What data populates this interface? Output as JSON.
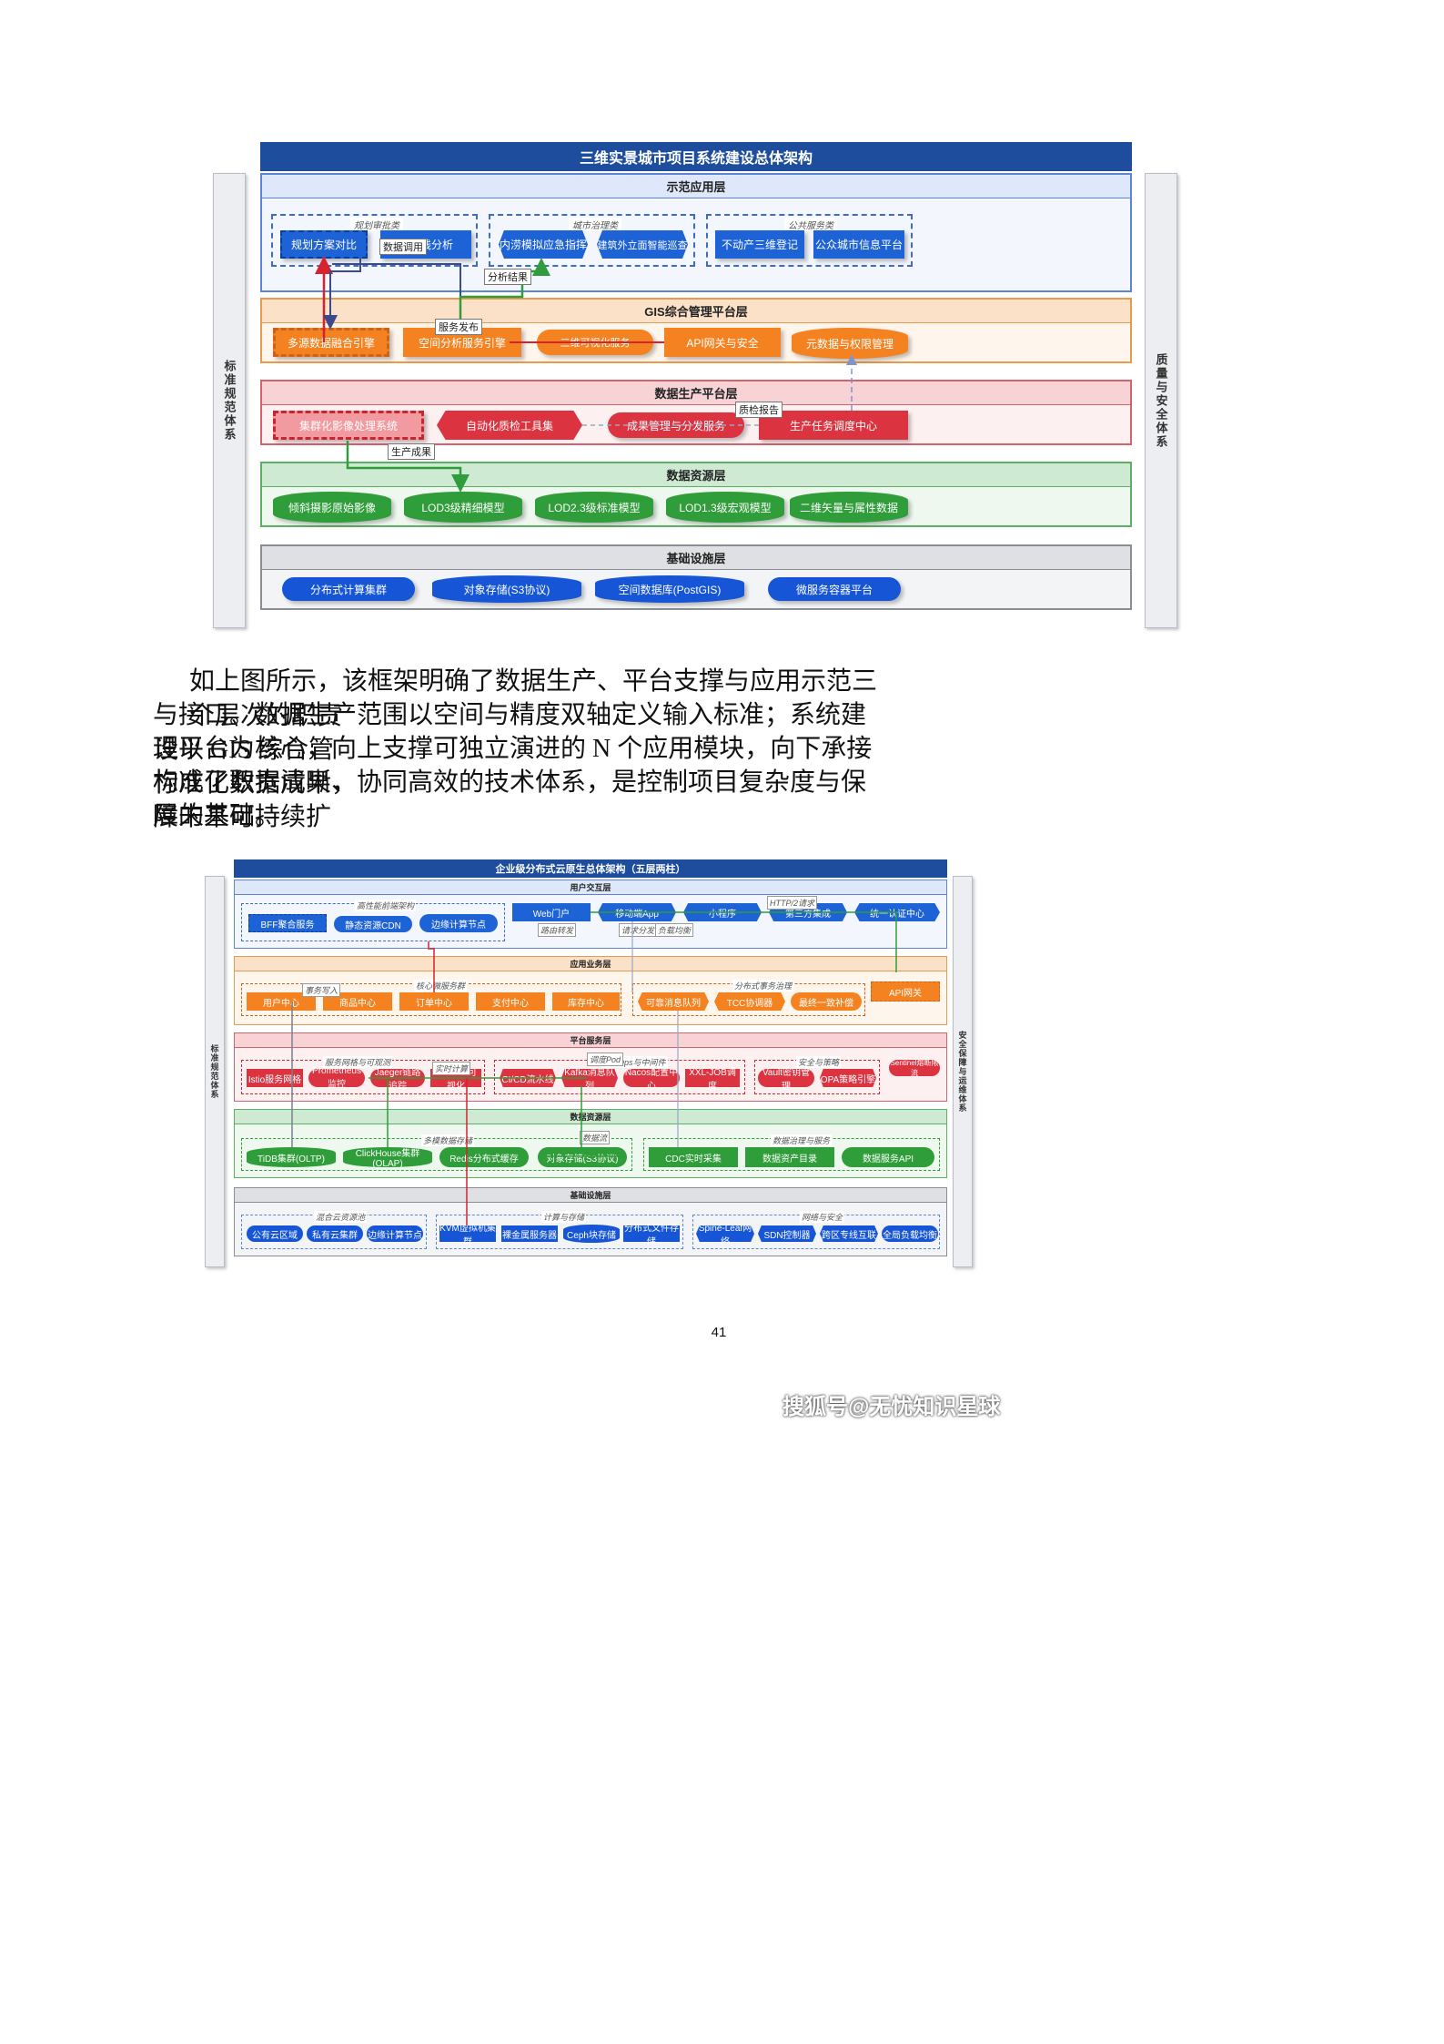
{
  "figure1": {
    "title": "三维实景城市项目系统建设总体架构",
    "left_side": "标准规范体系",
    "right_side": "质量与安全体系",
    "layers": {
      "app": {
        "title": "示范应用层",
        "groups": [
          {
            "label": "规划审批类",
            "items": [
              "规划方案对比",
              "天际线分析"
            ]
          },
          {
            "label": "城市治理类",
            "items": [
              "内涝模拟应急指挥",
              "建筑外立面智能巡查"
            ]
          },
          {
            "label": "公共服务类",
            "items": [
              "不动产三维登记",
              "公众城市信息平台"
            ]
          }
        ]
      },
      "gis": {
        "title": "GIS综合管理平台层",
        "items": [
          "多源数据融合引擎",
          "空间分析服务引擎",
          "三维可视化服务",
          "API网关与安全",
          "元数据与权限管理"
        ]
      },
      "prod": {
        "title": "数据生产平台层",
        "items": [
          "集群化影像处理系统",
          "自动化质检工具集",
          "成果管理与分发服务",
          "生产任务调度中心"
        ]
      },
      "res": {
        "title": "数据资源层",
        "items": [
          "倾斜摄影原始影像",
          "LOD3级精细模型",
          "LOD2.3级标准模型",
          "LOD1.3级宏观模型",
          "二维矢量与属性数据"
        ]
      },
      "infra": {
        "title": "基础设施层",
        "items": [
          "分布式计算集群",
          "对象存储(S3协议)",
          "空间数据库(PostGIS)",
          "微服务容器平台"
        ]
      }
    },
    "edge_labels": {
      "data_call": "数据调用",
      "analysis": "分析结果",
      "publish": "服务发布",
      "qc_report": "质检报告",
      "output": "生产成果"
    }
  },
  "paragraph": [
    "如上图所示，该框架明确了数据生产、平台支撑与应用示范三个层次的职责",
    "与接口。数据生产范围以空间与精度双轴定义输入标准；系统建设以 GIS 综合管",
    "理平台为核心，向上支撑可独立演进的 N 个应用模块，向下承接标准化数据成果，",
    "构成了职责清晰、协同高效的技术体系，是控制项目复杂度与保障未来可持续扩",
    "展的基础。"
  ],
  "figure2": {
    "title": "企业级分布式云原生总体架构（五层两柱）",
    "left_side": "标准规范体系",
    "right_side": "安全保障与运维体系",
    "layers": {
      "ui": {
        "title": "用户交互层",
        "group_label": "高性能前端架构",
        "left_items": [
          "BFF聚合服务",
          "静态资源CDN",
          "边缘计算节点"
        ],
        "right_items": [
          "Web门户",
          "移动端App",
          "小程序",
          "第三方集成",
          "统一认证中心"
        ],
        "tags": [
          "HTTP/2请求",
          "路由转发",
          "请求分发",
          "负载均衡",
          "路由转发"
        ]
      },
      "biz": {
        "title": "应用业务层",
        "core_label": "核心微服务群",
        "items": [
          "用户中心",
          "商品中心",
          "订单中心",
          "支付中心",
          "库存中心"
        ],
        "tx_label": "分布式事务治理",
        "tx_items": [
          "可靠消息队列",
          "TCC协调器",
          "最终一致补偿"
        ],
        "gateway": "API网关",
        "tag": "事务写入"
      },
      "plat": {
        "title": "平台服务层",
        "mesh_label": "服务网格与可观测",
        "mesh_items": [
          "Istio服务网格",
          "Prometheus监控",
          "Jaeger链路追踪",
          "Grafana可视化"
        ],
        "devops_label": "DevOps与中间件",
        "devops_items": [
          "CI/CD流水线",
          "Kafka消息队列",
          "Nacos配置中心",
          "XXL-JOB调度"
        ],
        "sec_label": "安全与策略",
        "sec_items": [
          "Vault密钥管理",
          "OPA策略引擎"
        ],
        "cloud": "Sentinel熔断限流",
        "tags": [
          "调度Pod",
          "实时计算"
        ]
      },
      "data": {
        "title": "数据资源层",
        "multi_label": "多模数据存储",
        "items": [
          "TiDB集群(OLTP)",
          "ClickHouse集群(OLAP)",
          "Redis分布式缓存",
          "对象存储(S3协议)"
        ],
        "gov_label": "数据治理与服务",
        "gov_items": [
          "CDC实时采集",
          "数据资产目录",
          "数据服务API"
        ],
        "tag": "数据流"
      },
      "infra": {
        "title": "基础设施层",
        "hybrid_label": "混合云资源池",
        "hybrid_items": [
          "公有云区域",
          "私有云集群",
          "边缘计算节点"
        ],
        "compute_label": "计算与存储",
        "compute_items": [
          "KVM虚拟机集群",
          "裸金属服务器",
          "Ceph块存储",
          "分布式文件存储"
        ],
        "net_label": "网络与安全",
        "net_items": [
          "Spine-Leaf网络",
          "SDN控制器",
          "跨区专线互联",
          "全局负载均衡"
        ]
      }
    }
  },
  "page_number": "41",
  "footer_brand": "搜狐号@无忧知识星球"
}
